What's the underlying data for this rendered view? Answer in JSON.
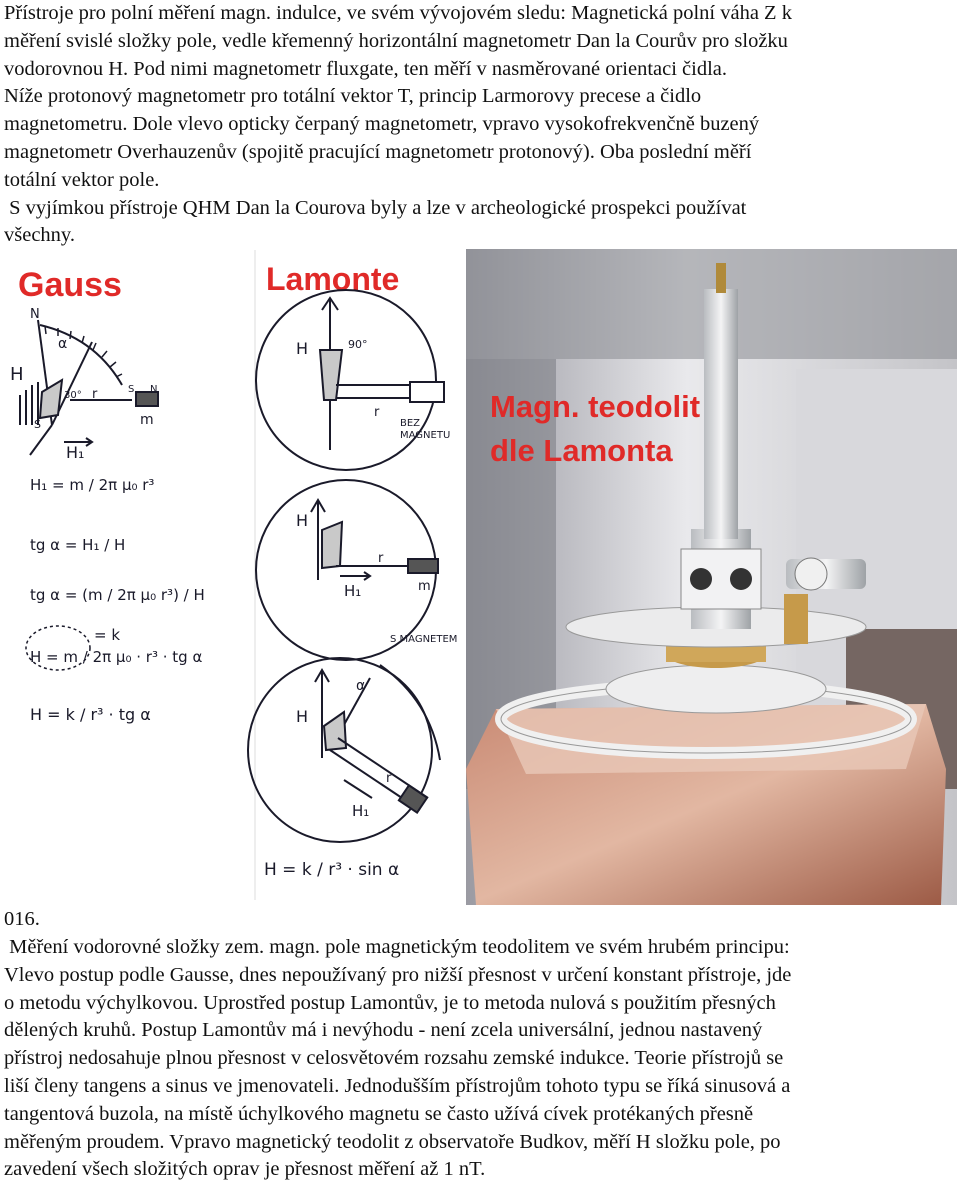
{
  "intro": {
    "lines": [
      "Přístroje pro polní měření magn. indulce, ve svém vývojovém sledu: Magnetická polní váha Z k",
      "měření svislé složky pole, vedle křemenný horizontální magnetometr Dan la Courův pro složku",
      "vodorovnou H. Pod nimi magnetometr fluxgate, ten měří v nasměrované orientaci čidla.",
      "Níže protonový magnetometr pro totální vektor T, princip Larmorovy precese a čidlo",
      "magnetometru. Dole vlevo opticky čerpaný magnetometr, vpravo vysokofrekvenčně buzený",
      "magnetometr Overhauzenův (spojitě pracující magnetometr protonový). Oba poslední měří",
      "totální vektor pole.",
      " S vyjímkou přístroje QHM Dan la Courova byly a lze v archeologické prospekci používat",
      "všechny."
    ]
  },
  "sketch": {
    "gauss_title": "Gauss",
    "lamonte_title": "Lamonte",
    "labels": {
      "N": "N",
      "S": "S",
      "H": "H",
      "H1": "H₁",
      "r": "r",
      "m": "m",
      "alpha": "α",
      "angle30": "30°",
      "angle90": "90°",
      "bez_magnetu_1": "BEZ",
      "bez_magnetu_2": "MAGNETU",
      "s_magnetem": "S MAGNETEM"
    },
    "formulas": {
      "f1": "H₁ = m / 2π μ₀ r³",
      "f2": "tg α = H₁ / H",
      "f3": "tg α = (m / 2π μ₀ r³) / H",
      "f4_k": "= k",
      "f4": "H = m / 2π μ₀ · r³ · tg α",
      "f5": "H = k / r³ · tg α",
      "f6": "H = k / r³ · sin α"
    }
  },
  "photo": {
    "label_line1": "Magn. teodolit",
    "label_line2": "dle Lamonta"
  },
  "figure_number": "016.",
  "caption": {
    "lines": [
      " Měření vodorovné složky zem. magn. pole magnetickým teodolitem ve svém hrubém principu:",
      "Vlevo postup podle Gausse, dnes nepoužívaný pro nižší přesnost v určení konstant přístroje, jde",
      "o metodu výchylkovou. Uprostřed postup Lamontův, je to metoda nulová s použitím přesných",
      "dělených kruhů. Postup Lamontův má i nevýhodu - není zcela universální, jednou nastavený",
      "přístroj nedosahuje plnou přesnost v celosvětovém rozsahu zemské indukce. Teorie přístrojů se",
      "liší členy tangens a sinus ve jmenovateli. Jednodušším přístrojům tohoto typu se říká sinusová a",
      "tangentová buzola, na místě úchylkového magnetu se často užívá cívek protékaných přesně",
      "měřeným proudem. Vpravo magnetický teodolit z observatoře Budkov, měří H složku pole, po",
      "zavedení všech složitých oprav je přesnost měření až 1 nT."
    ]
  }
}
